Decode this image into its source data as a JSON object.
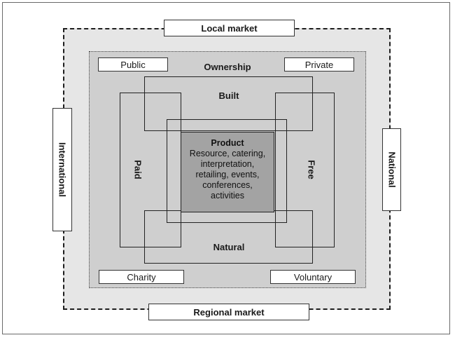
{
  "market": {
    "top": "Local market",
    "bottom": "Regional market",
    "left": "International",
    "right": "National"
  },
  "ownership": {
    "title": "Ownership",
    "top_left": "Public",
    "top_right": "Private",
    "bottom_left": "Charity",
    "bottom_right": "Voluntary"
  },
  "pricing": {
    "left": "Paid",
    "right": "Free"
  },
  "nature": {
    "top": "Built",
    "bottom": "Natural"
  },
  "product": {
    "title": "Product",
    "lines": [
      "Resource, catering,",
      "interpretation,",
      "retailing, events,",
      "conferences,",
      "activities"
    ]
  }
}
